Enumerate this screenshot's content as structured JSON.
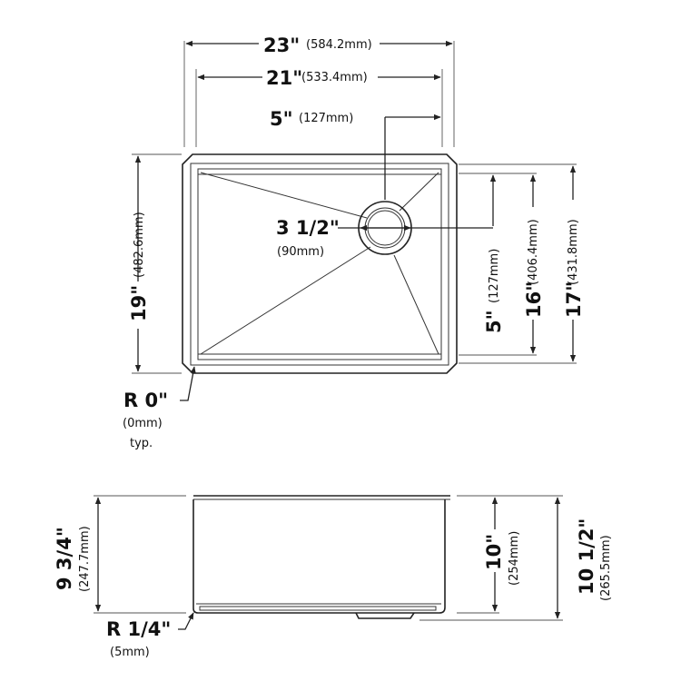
{
  "top_view": {
    "overall_width": {
      "inch": "23\"",
      "mm": "(584.2mm)"
    },
    "inner_width": {
      "inch": "21\"",
      "mm": "(533.4mm)"
    },
    "drain_offset_h": {
      "inch": "5\"",
      "mm": "(127mm)"
    },
    "drain_size": {
      "inch": "3 1/2\"",
      "mm": "(90mm)"
    },
    "overall_depth": {
      "inch": "19\"",
      "mm": "(482.6mm)"
    },
    "drain_offset_v": {
      "inch": "5\"",
      "mm": "(127mm)"
    },
    "inner_depth": {
      "inch": "16\"",
      "mm": "(406.4mm)"
    },
    "outer_depth": {
      "inch": "17\"",
      "mm": "(431.8mm)"
    },
    "corner_radius": {
      "inch": "R 0\"",
      "mm": "(0mm)",
      "note": "typ."
    }
  },
  "side_view": {
    "overall_height": {
      "inch": "9 3/4\"",
      "mm": "(247.7mm)"
    },
    "bowl_depth": {
      "inch": "10\"",
      "mm": "(254mm)"
    },
    "total_height": {
      "inch": "10 1/2\"",
      "mm": "(265.5mm)"
    },
    "bottom_radius": {
      "inch": "R 1/4\"",
      "mm": "(5mm)"
    }
  }
}
